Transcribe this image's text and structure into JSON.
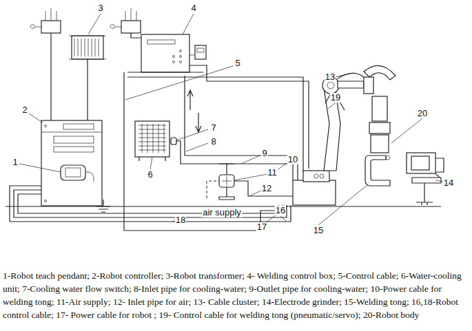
{
  "diagram": {
    "caption": "1-Robot teach pendant; 2-Robot controller; 3-Robot transformer; 4- Welding control box; 5-Control cable; 6-Water-cooling unit; 7-Cooling water flow switch; 8-Inlet pipe for cooling-water; 9-Outlet pipe for cooling-water; 10-Power cable for welding tong; 11-Air supply; 12- Inlet pipe for air; 13- Cable cluster; 14-Electrode grinder; 15-Welding tong; 16,18-Robot control cable; 17- Power cable for robot ; 19- Control cable for welding tong (pneumatic/servo); 20-Robot body",
    "labels": [
      "1",
      "2",
      "3",
      "4",
      "5",
      "6",
      "7",
      "8",
      "9",
      "10",
      "11",
      "12",
      "13",
      "14",
      "15",
      "16",
      "17",
      "18",
      "19",
      "20",
      "air supply"
    ]
  }
}
